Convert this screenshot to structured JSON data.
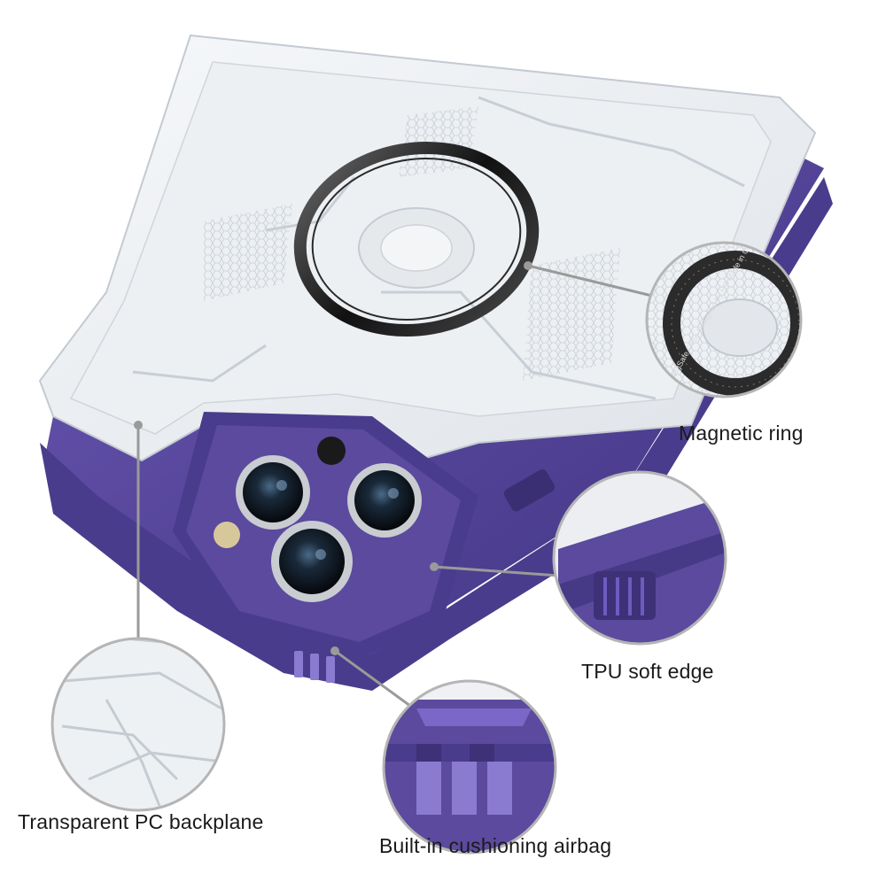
{
  "callouts": {
    "magnetic_ring": "Magnetic ring",
    "tpu_edge": "TPU soft edge",
    "pc_backplane": "Transparent PC backplane",
    "airbag": "Built-in cushioning airbag"
  },
  "ring_marking": "MagSafe Case Designed by HS Made in China",
  "colors": {
    "case_purple": "#5b4a9e",
    "case_purple_dark": "#3e3178",
    "clear_shell": "#eef1f4",
    "callout_line": "#9a9a9a",
    "callout_circle_border": "#b5b5b5"
  }
}
